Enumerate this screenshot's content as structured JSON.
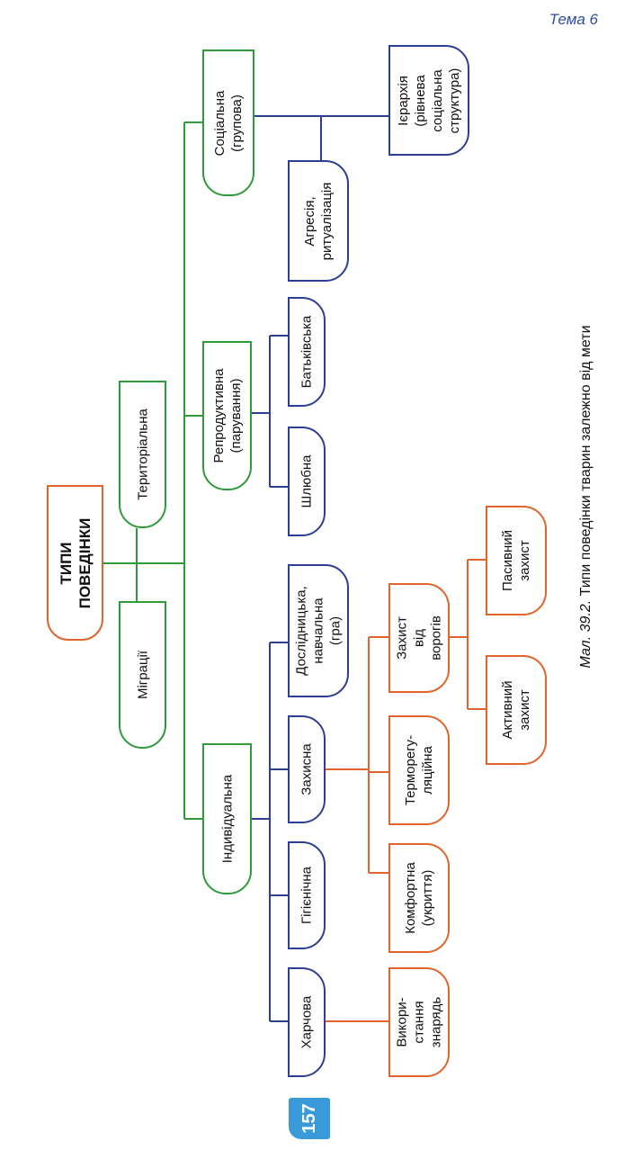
{
  "header": {
    "theme": "Тема 6"
  },
  "page_number": "157",
  "caption": {
    "prefix": "Мал. 39.2.",
    "text": "Типи поведінки тварин залежно від мети"
  },
  "diagram": {
    "root": "ТИПИ\nПОВЕДІНКИ",
    "migration": "Міграції",
    "territorial": "Територіальна",
    "individual": "Індивідуальна",
    "reproductive": "Репродуктивна\n(парування)",
    "social": "Соціальна\n(групова)",
    "feeding": "Харчова",
    "hygienic": "Гігієнічна",
    "protective": "Захисна",
    "exploratory": "Дослідницька,\nнавчальна\n(гра)",
    "mating": "Шлюбна",
    "parental": "Батьківська",
    "aggression": "Агресія,\nритуалізація",
    "hierarchy": "Ієрархія\n(рівнева\nсоціальна\nструктура)",
    "tools": "Викори-\nстання\nзнарядь",
    "comfort": "Комфортна\n(укриття)",
    "thermo": "Терморегу-\nляційна",
    "enemies": "Захист від\nворогів",
    "active": "Активний\nзахист",
    "passive": "Пасивний\nзахист"
  },
  "colors": {
    "green": "#2e9a3a",
    "blue": "#2c3f94",
    "orange": "#e0642b",
    "badge": "#3a9ad9"
  }
}
